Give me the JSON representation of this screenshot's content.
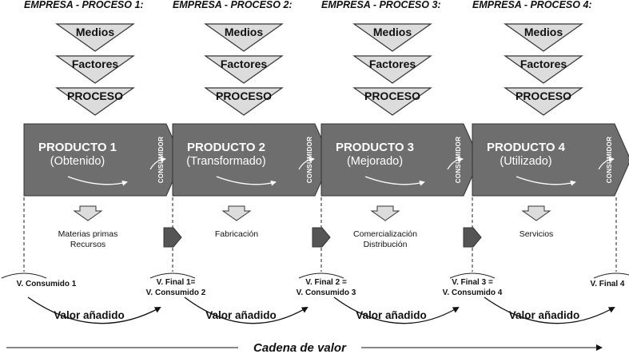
{
  "headers": [
    "EMPRESA - PROCESO 1:",
    "EMPRESA - PROCESO 2:",
    "EMPRESA - PROCESO 3:",
    "EMPRESA - PROCESO 4:"
  ],
  "stages": [
    "Medios",
    "Factores",
    "PROCESO"
  ],
  "products": [
    {
      "title": "PRODUCTO 1",
      "subtitle": "(Obtenido)",
      "consumer": "CONSUMIDOR",
      "activity": [
        "Materias primas",
        "Recursos"
      ]
    },
    {
      "title": "PRODUCTO 2",
      "subtitle": "(Transformado)",
      "consumer": "CONSUMIDOR",
      "activity": [
        "Fabricación"
      ]
    },
    {
      "title": "PRODUCTO 3",
      "subtitle": "(Mejorado)",
      "consumer": "CONSUMIDOR",
      "activity": [
        "Comercialización",
        "Distribución"
      ]
    },
    {
      "title": "PRODUCTO 4",
      "subtitle": "(Utilizado)",
      "consumer": "CONSUMIDOR",
      "activity": [
        "Servicios"
      ]
    }
  ],
  "value_points": [
    [
      "V. Consumido 1"
    ],
    [
      "V. Final 1=",
      "V. Consumido 2"
    ],
    [
      "V. Final 2 =",
      "V. Consumido 3"
    ],
    [
      "V. Final 3 =",
      "V. Consumido 4"
    ],
    [
      "V. Final 4"
    ]
  ],
  "added_value_label": "Valor añadido",
  "chain_label": "Cadena de valor",
  "colors": {
    "product_fill": "#6e6e6e",
    "triangle_fill": "#dcdcdc",
    "stroke": "#333333"
  }
}
